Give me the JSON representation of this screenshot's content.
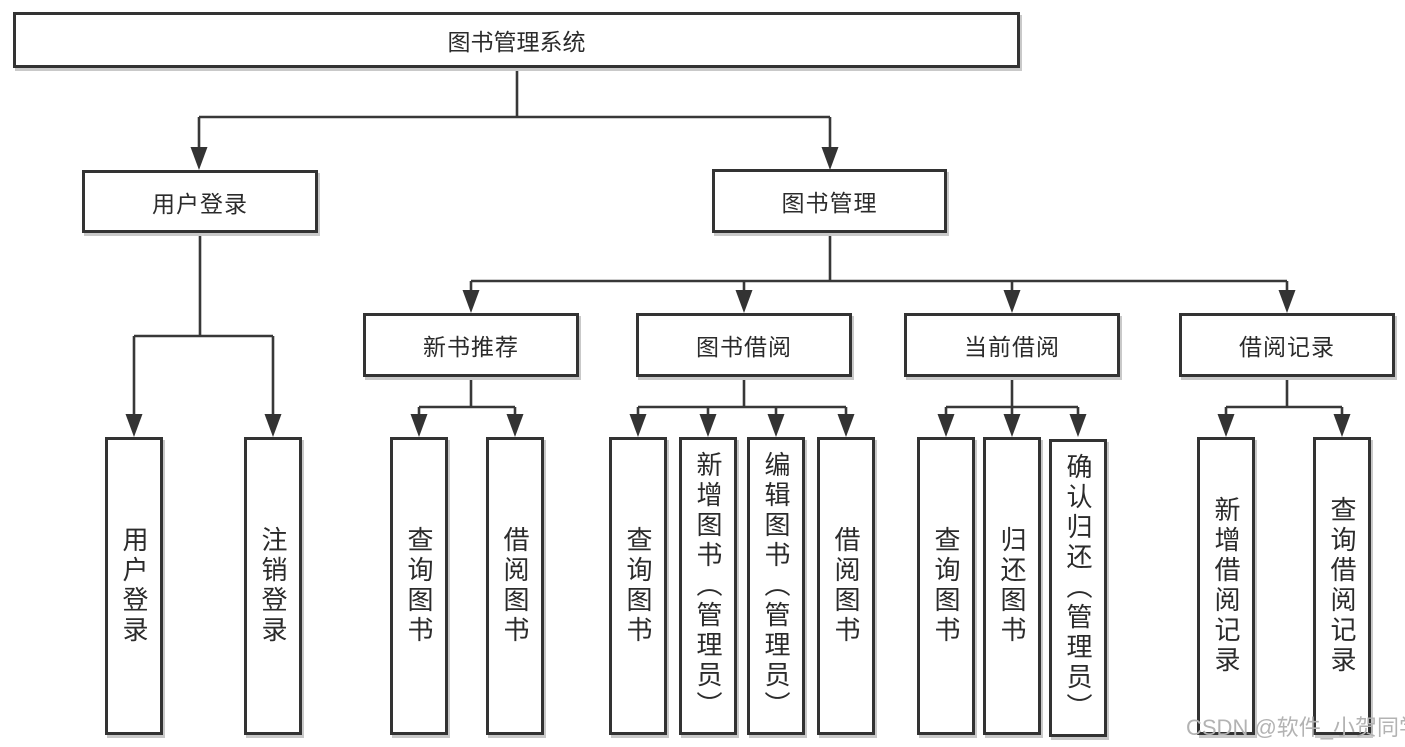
{
  "tree": {
    "label": "图书管理系统",
    "children": [
      {
        "label": "用户登录",
        "children": [
          {
            "label": "用户登录"
          },
          {
            "label": "注销登录"
          }
        ]
      },
      {
        "label": "图书管理",
        "children": [
          {
            "label": "新书推荐",
            "children": [
              {
                "label": "查询图书"
              },
              {
                "label": "借阅图书"
              }
            ]
          },
          {
            "label": "图书借阅",
            "children": [
              {
                "label": "查询图书"
              },
              {
                "label": "新增图书（管理员）"
              },
              {
                "label": "编辑图书（管理员）"
              },
              {
                "label": "借阅图书"
              }
            ]
          },
          {
            "label": "当前借阅",
            "children": [
              {
                "label": "查询图书"
              },
              {
                "label": "归还图书"
              },
              {
                "label": "确认归还（管理员）"
              }
            ]
          },
          {
            "label": "借阅记录",
            "children": [
              {
                "label": "新增借阅记录"
              },
              {
                "label": "查询借阅记录"
              }
            ]
          }
        ]
      }
    ]
  },
  "watermark": {
    "text": "CSDN @软件_小贺同学"
  },
  "colors": {
    "line": "#383838",
    "border": "#333333",
    "text": "#2b2b2b",
    "watermark": "#b3b3b3",
    "background": "#ffffff"
  }
}
